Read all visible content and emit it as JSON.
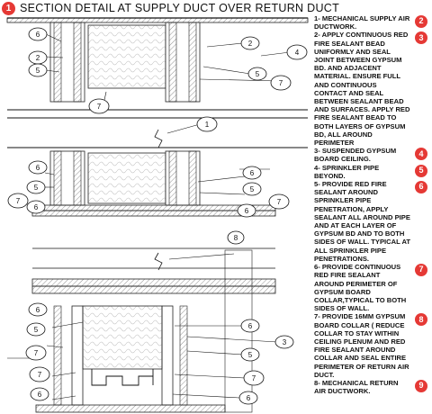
{
  "title": {
    "marker": "1",
    "text": "SECTION DETAIL AT SUPPLY DUCT OVER RETURN DUCT"
  },
  "callouts": [
    "1",
    "2",
    "3",
    "4",
    "5",
    "6",
    "7",
    "8"
  ],
  "notes": [
    {
      "text": "1- MECHANICAL SUPPLY AIR DUCTWORK.",
      "badge": "2"
    },
    {
      "text": "2- APPLY CONTINUOUS RED FIRE SEALANT BEAD UNIFORMLY AND SEAL JOINT BETWEEN GYPSUM BD. AND ADJACENT MATERIAL. ENSURE FULL AND CONTINUOUS CONTACT AND SEAL BETWEEN SEALANT BEAD AND SURFACES. APPLY RED FIRE SEALANT BEAD TO BOTH LAYERS OF GYPSUM BD, ALL AROUND PERIMETER",
      "badge": "3"
    },
    {
      "text": "3- SUSPENDED GYPSUM BOARD CEILING.",
      "badge": "4"
    },
    {
      "text": "4- SPRINKLER PIPE BEYOND.",
      "badge": "5"
    },
    {
      "text": "5- PROVIDE RED FIRE SEALANT AROUND SPRINKLER PIPE PENETRATION, APPLY SEALANT ALL AROUND PIPE AND AT EACH LAYER OF GYPSUM BD AND TO BOTH SIDES OF WALL. TYPICAL AT ALL SPRINKLER PIPE PENETRATIONS.",
      "badge": "6"
    },
    {
      "text": "6- PROVIDE CONTINUOUS RED FIRE SEALANT AROUND PERIMETER OF GYPSUM BOARD COLLAR,TYPICAL TO BOTH SIDES OF WALL.",
      "badge": "7"
    },
    {
      "text": "7- PROVIDE 16mm GYPSUM BOARD COLLAR ( REDUCE COLLAR TO STAY WITHIN CEILING PLENUM AND RED FIRE SEALANT AROUND COLLAR AND SEAL ENTIRE PERIMETER OF RETURN AIR DUCT.",
      "badge": "8"
    },
    {
      "text": "8- MECHANICAL RETURN AIR DUCTWORK.",
      "badge": "9"
    }
  ],
  "colors": {
    "accent": "#e53935",
    "ink": "#111111",
    "hatch": "#777777"
  }
}
